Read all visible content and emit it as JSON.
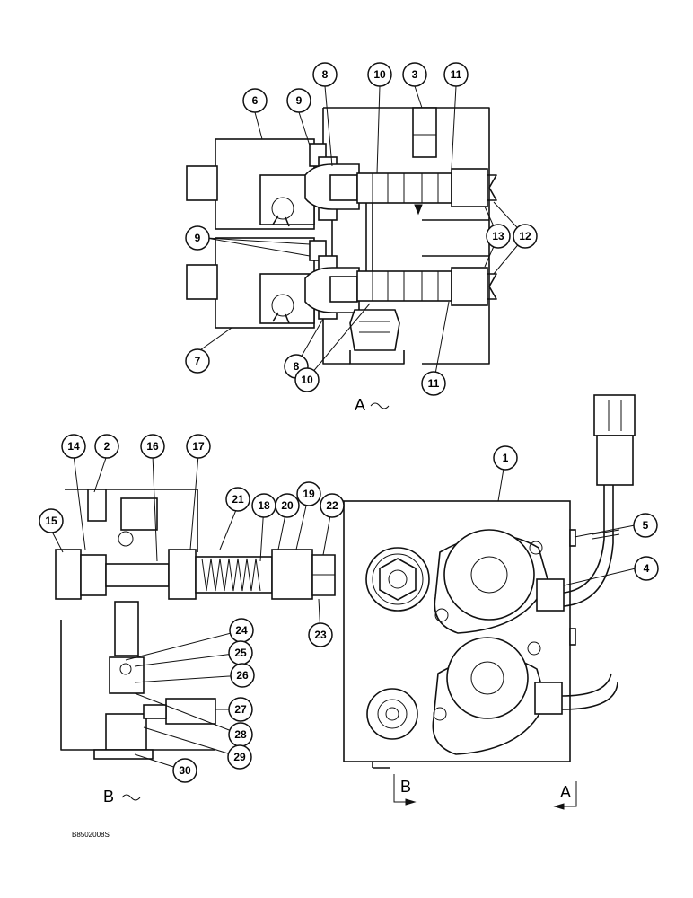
{
  "view_labels": {
    "a": "A",
    "b": "B",
    "section_b": "B",
    "section_a": "A"
  },
  "figure_code": "B8502008S",
  "callouts": [
    "1",
    "2",
    "3",
    "4",
    "5",
    "6",
    "7",
    "8",
    "9",
    "10",
    "11",
    "12",
    "13",
    "14",
    "15",
    "16",
    "17",
    "18",
    "19",
    "20",
    "21",
    "22",
    "23",
    "24",
    "25",
    "26",
    "27",
    "28",
    "29",
    "30"
  ]
}
